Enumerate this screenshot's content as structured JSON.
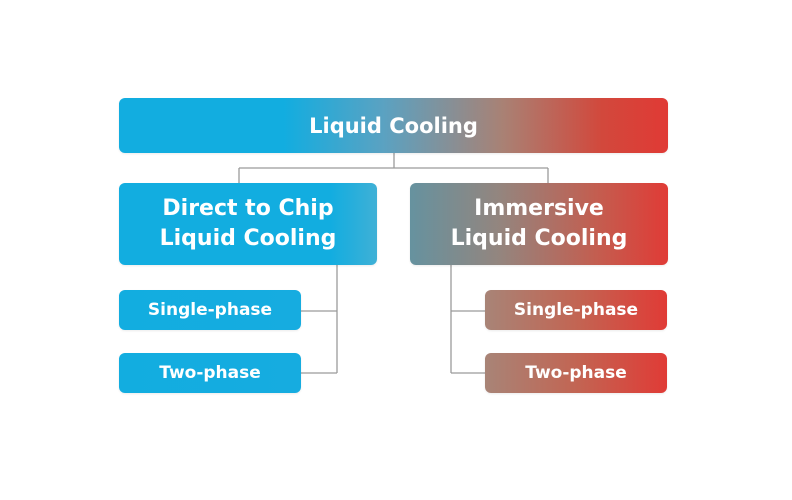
{
  "root": {
    "label": "Liquid Cooling"
  },
  "branches": [
    {
      "label": "Direct to Chip\nLiquid Cooling",
      "children": [
        "Single-phase",
        "Two-phase"
      ]
    },
    {
      "label": "Immersive\nLiquid Cooling",
      "children": [
        "Single-phase",
        "Two-phase"
      ]
    }
  ],
  "colors": {
    "blue": "#12ade0",
    "red": "#e03a35",
    "connector": "#9a9a9a"
  }
}
